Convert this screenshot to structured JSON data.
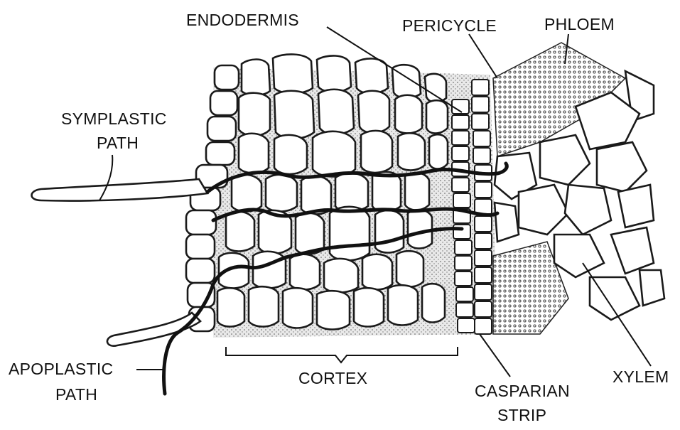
{
  "labels": {
    "endodermis": "ENDODERMIS",
    "pericycle": "PERICYCLE",
    "phloem": "PHLOEM",
    "symplastic_line1": "SYMPLASTIC",
    "symplastic_line2": "PATH",
    "apoplastic_line1": "APOPLASTIC",
    "apoplastic_line2": "PATH",
    "cortex": "CORTEX",
    "casparian_line1": "CASPARIAN",
    "casparian_line2": "STRIP",
    "xylem": "XYLEM"
  },
  "colors": {
    "ink": "#111111",
    "background": "#ffffff"
  }
}
